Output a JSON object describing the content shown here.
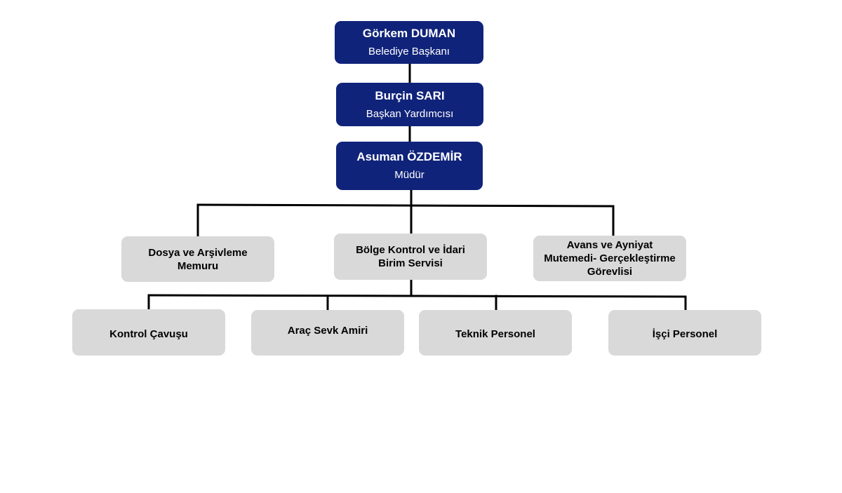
{
  "executives": {
    "mayor": {
      "name": "Görkem DUMAN",
      "role": "Belediye Başkanı"
    },
    "deputy": {
      "name": "Burçin SARI",
      "role": "Başkan Yardımcısı"
    },
    "director": {
      "name": "Asuman ÖZDEMİR",
      "role": "Müdür"
    }
  },
  "units": {
    "archive": [
      "Dosya ve Arşivleme",
      "Memuru"
    ],
    "regional": [
      "Bölge Kontrol ve İdari",
      "Birim Servisi"
    ],
    "advance": [
      "Avans ve Ayniyat",
      "Mutemedi- Gerçekleştirme",
      "Görevlisi"
    ]
  },
  "staff": {
    "corporal": "Kontrol Çavuşu",
    "dispatch": "Araç Sevk Amiri",
    "technical": "Teknik Personel",
    "worker": "İşçi Personel"
  },
  "colors": {
    "executive_fill": "#10237a",
    "unit_fill": "#d9d9d9",
    "connector": "#000000"
  }
}
